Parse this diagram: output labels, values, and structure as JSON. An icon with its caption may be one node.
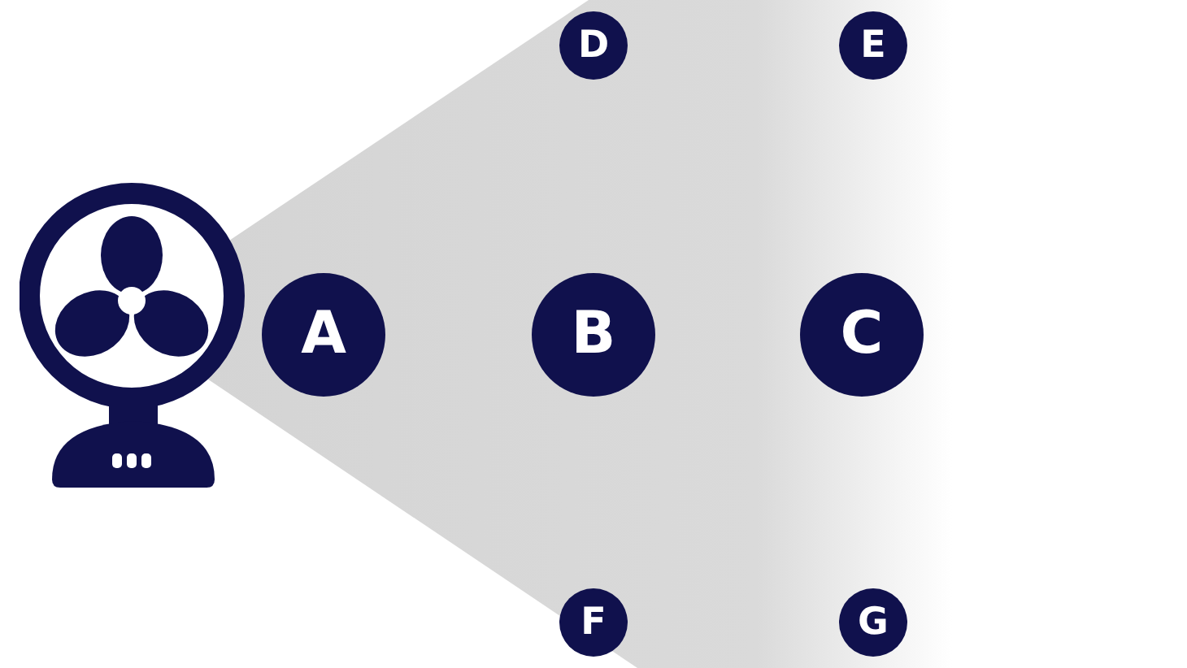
{
  "diagram": {
    "nodes": [
      {
        "text": [
          "D"
        ]
      },
      {
        "text": [
          "E"
        ]
      },
      {
        "text": [
          "A"
        ]
      },
      {
        "text": [
          "B"
        ]
      },
      {
        "text": [
          "C"
        ]
      },
      {
        "text": [
          "F"
        ]
      },
      {
        "text": [
          "G"
        ]
      }
    ]
  }
}
